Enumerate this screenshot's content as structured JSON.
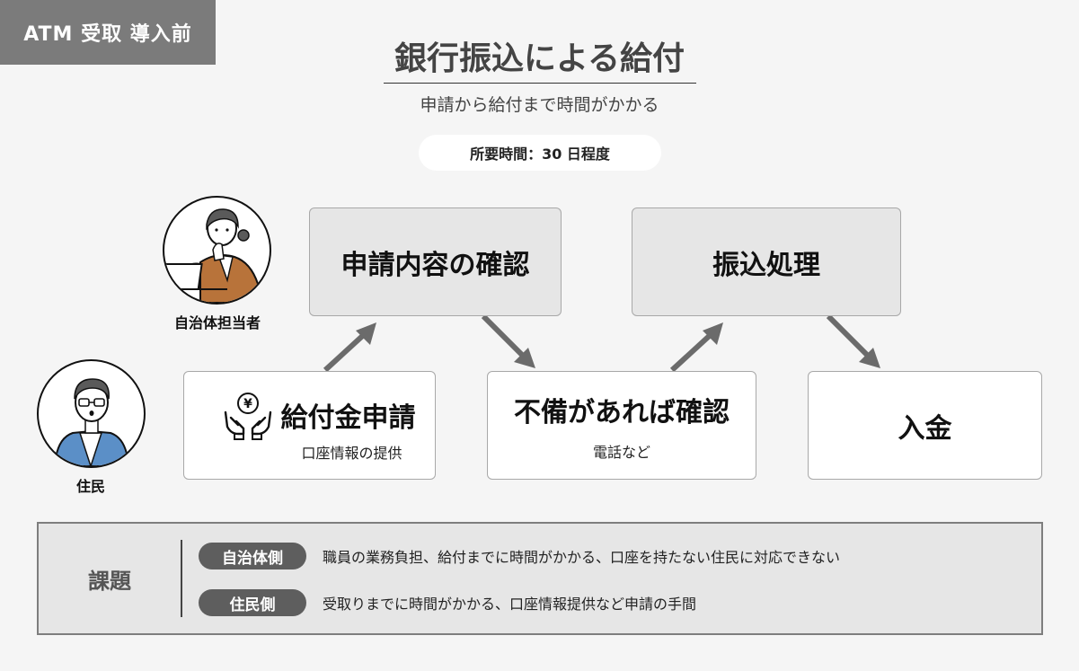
{
  "header": {
    "tag": "ATM 受取 導入前",
    "title": "銀行振込による給付",
    "subtitle": "申請から給付まで時間がかかる",
    "duration": "所要時間：30 日程度"
  },
  "roles": {
    "officer": "自治体担当者",
    "resident": "住民"
  },
  "steps": {
    "apply": {
      "title": "給付金申請",
      "sub": "口座情報の提供"
    },
    "review": {
      "title": "申請内容の確認"
    },
    "recheck": {
      "title": "不備があれば確認",
      "sub": "電話など"
    },
    "transfer": {
      "title": "振込処理"
    },
    "deposit": {
      "title": "入金"
    }
  },
  "icons": {
    "apply": "yen-hands-icon",
    "officer": "officer-avatar-icon",
    "resident": "resident-avatar-icon",
    "yen_symbol": "¥"
  },
  "issues": {
    "heading": "課題",
    "rows": [
      {
        "badge": "自治体側",
        "text": "職員の業務負担、給付までに時間がかかる、口座を持たない住民に対応できない"
      },
      {
        "badge": "住民側",
        "text": "受取りまでに時間がかかる、口座情報提供など申請の手間"
      }
    ]
  },
  "colors": {
    "tag_bg": "#7b7b7b",
    "box_gray": "#e6e6e6",
    "arrow": "#6b6b6b",
    "badge": "#5e5e5e",
    "officer_jacket": "#b8733a",
    "resident_jacket": "#5b8fc7"
  }
}
